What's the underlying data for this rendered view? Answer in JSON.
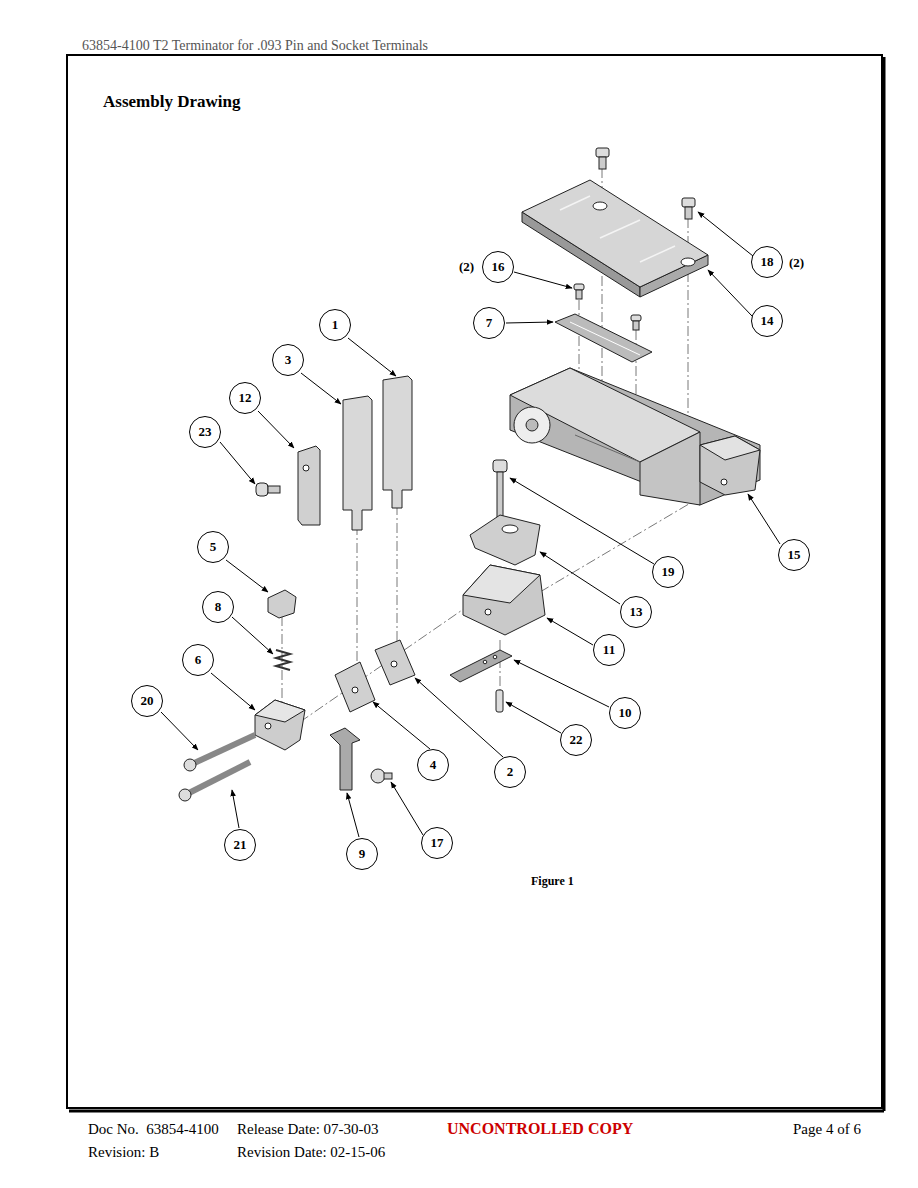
{
  "diagram": {
    "title": "Assembly Drawing",
    "caption": "Figure 1",
    "nodes": [
      {
        "text": [
          "18"
        ]
      },
      {
        "text": [
          "16"
        ]
      },
      {
        "text": [
          "14"
        ]
      },
      {
        "text": [
          "7"
        ]
      },
      {
        "text": [
          "1"
        ]
      },
      {
        "text": [
          "3"
        ]
      },
      {
        "text": [
          "12"
        ]
      },
      {
        "text": [
          "23"
        ]
      },
      {
        "text": [
          "5"
        ]
      },
      {
        "text": [
          "15"
        ]
      },
      {
        "text": [
          "19"
        ]
      },
      {
        "text": [
          "8"
        ]
      },
      {
        "text": [
          "13"
        ]
      },
      {
        "text": [
          "11"
        ]
      },
      {
        "text": [
          "6"
        ]
      },
      {
        "text": [
          "20"
        ]
      },
      {
        "text": [
          "10"
        ]
      },
      {
        "text": [
          "22"
        ]
      },
      {
        "text": [
          "4"
        ]
      },
      {
        "text": [
          "2"
        ]
      },
      {
        "text": [
          "17"
        ]
      },
      {
        "text": [
          "21"
        ]
      },
      {
        "text": [
          "9"
        ]
      }
    ],
    "labels": [
      "63854-4100 T2 Terminator for .093 Pin and Socket Terminals",
      "(2)",
      "(2)",
      "Doc No.  63854-4100",
      "Release Date: 07-30-03",
      "UNCONTROLLED COPY",
      "Page 4 of 6",
      "Revision: B",
      "Revision Date: 02-15-06"
    ]
  }
}
